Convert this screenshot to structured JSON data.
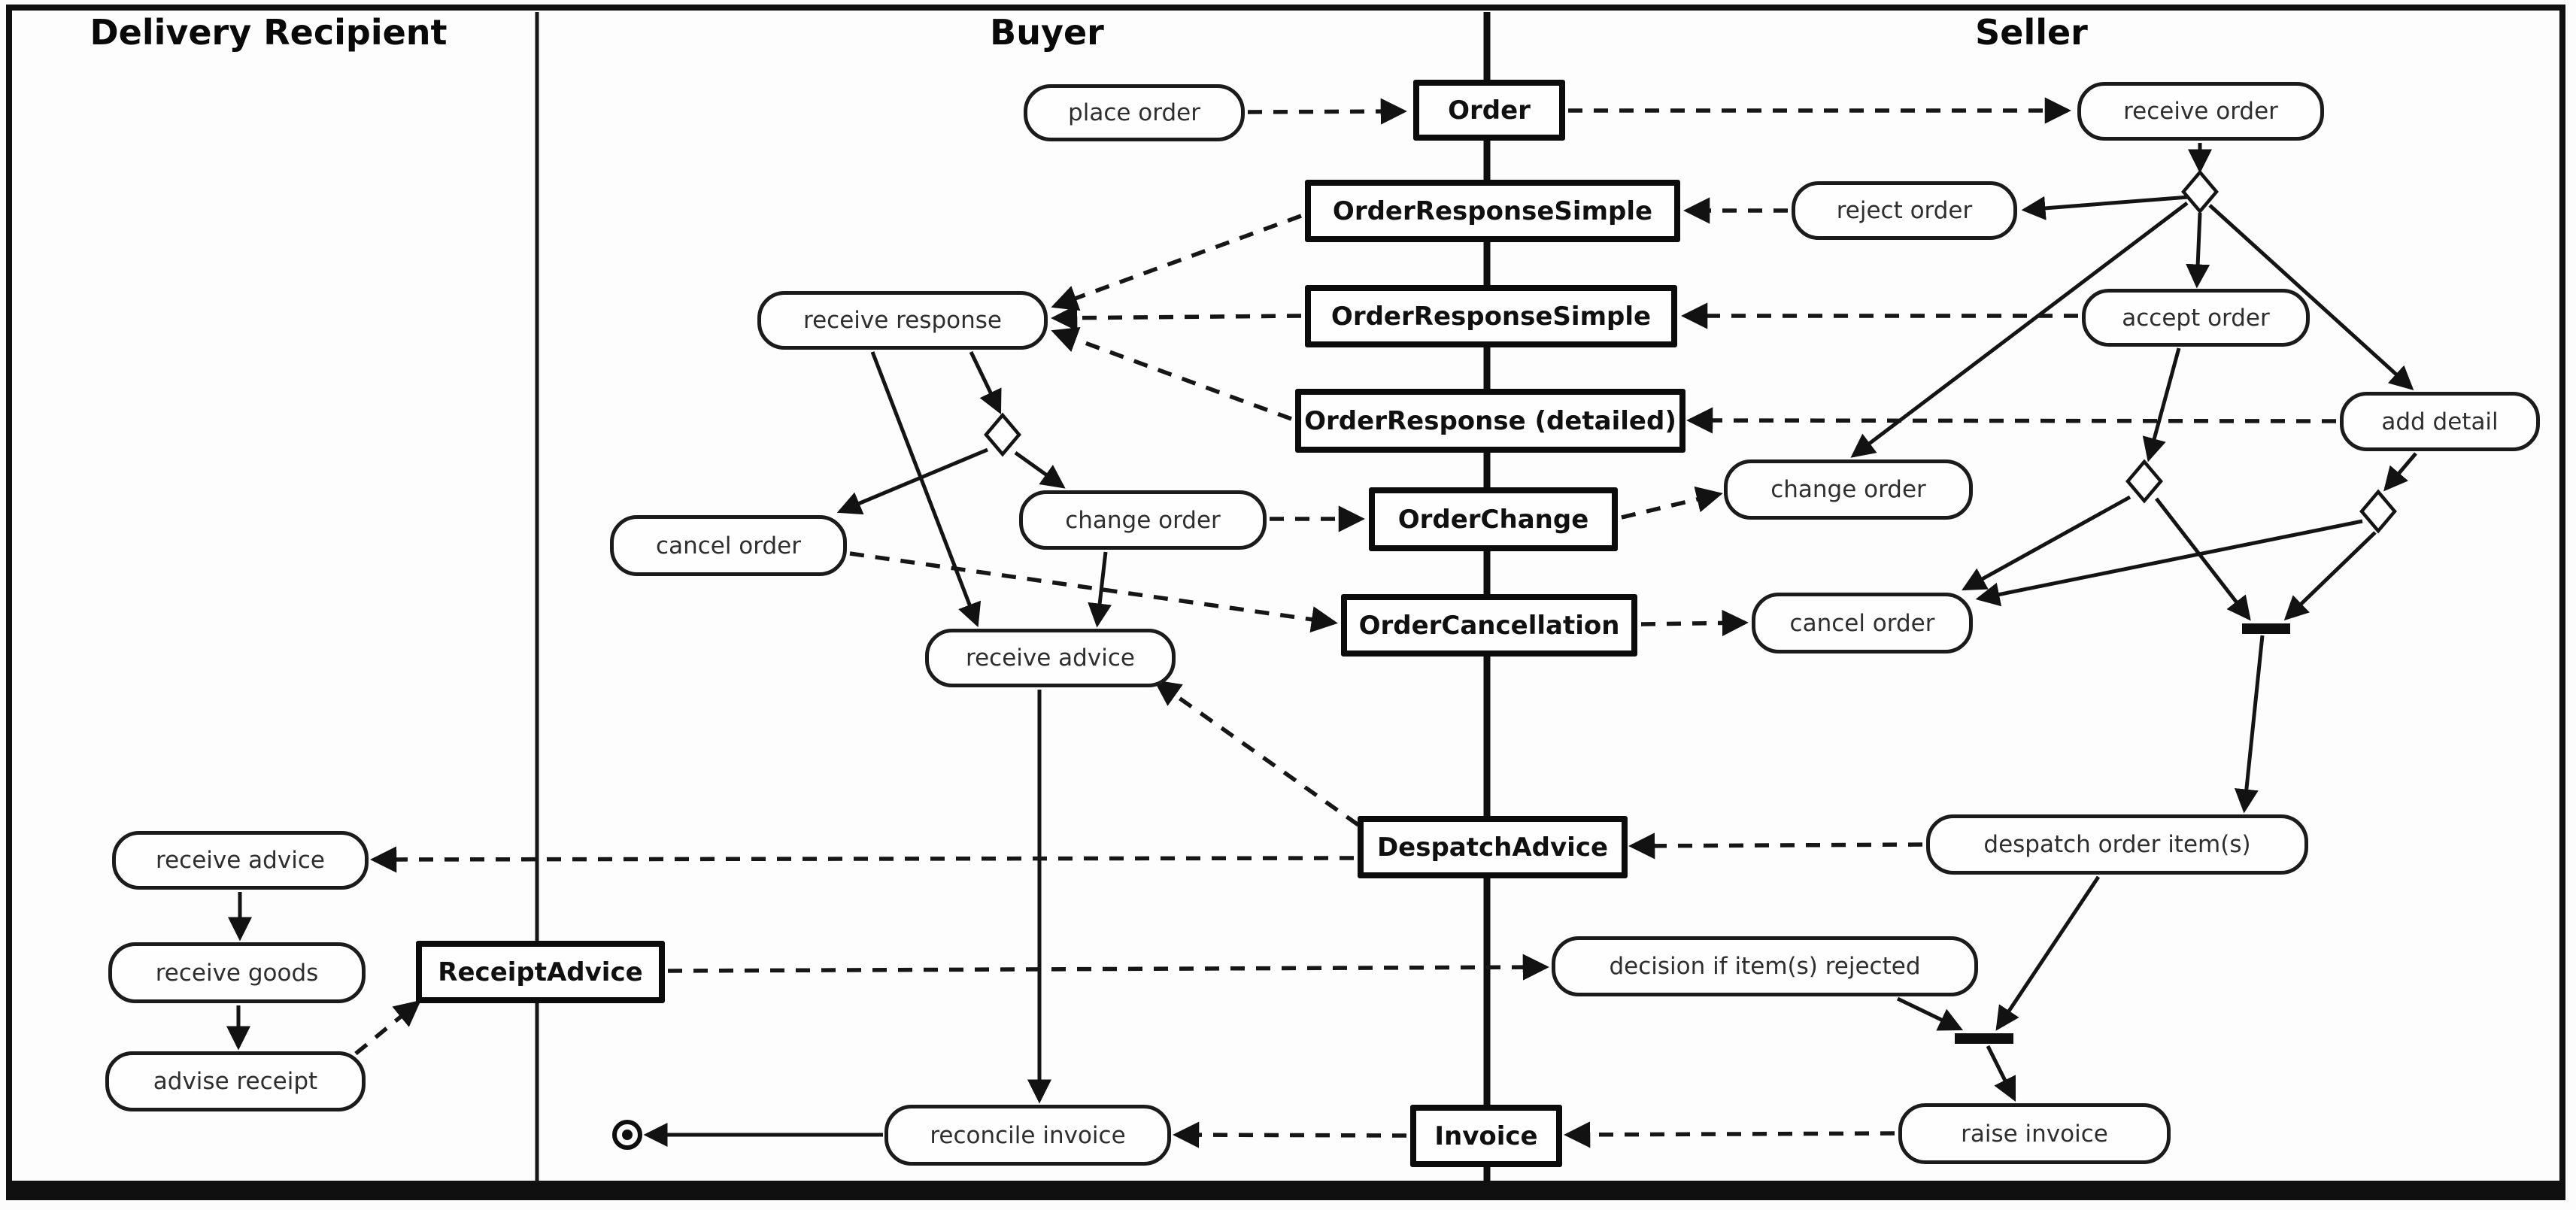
{
  "diagram_type": "UML activity diagram with swimlanes (ordering process)",
  "colors": {
    "ink": "#141414",
    "background": "#fdfdfd",
    "node_fill": "#fefefe"
  },
  "lanes": {
    "delivery_recipient": "Delivery Recipient",
    "buyer": "Buyer",
    "seller": "Seller"
  },
  "labels": {
    "place_order": "place order",
    "order": "Order",
    "receive_order": "receive order",
    "reject_order": "reject order",
    "order_response_simple_1": "OrderResponseSimple",
    "order_response_simple_2": "OrderResponseSimple",
    "receive_response": "receive response",
    "accept_order": "accept order",
    "order_response_detailed": "OrderResponse (detailed)",
    "add_detail": "add detail",
    "change_order_buyer": "change order",
    "order_change": "OrderChange",
    "change_order_seller": "change order",
    "cancel_order_buyer": "cancel order",
    "order_cancellation": "OrderCancellation",
    "cancel_order_seller": "cancel order",
    "receive_advice_buyer": "receive advice",
    "despatch_advice": "DespatchAdvice",
    "despatch_order_items": "despatch order item(s)",
    "receive_advice_delivery": "receive advice",
    "receive_goods": "receive goods",
    "receipt_advice": "ReceiptAdvice",
    "advise_receipt": "advise receipt",
    "decision_if_items_rejected": "decision if item(s) rejected",
    "reconcile_invoice": "reconcile invoice",
    "invoice": "Invoice",
    "raise_invoice": "raise invoice"
  },
  "edges": [
    {
      "from": "place order",
      "to": "Order",
      "type": "object-flow"
    },
    {
      "from": "Order",
      "to": "receive order",
      "type": "object-flow"
    },
    {
      "from": "receive order",
      "to": "seller-decision-1",
      "type": "control-flow"
    },
    {
      "from": "seller-decision-1",
      "to": "reject order",
      "type": "control-flow"
    },
    {
      "from": "seller-decision-1",
      "to": "accept order",
      "type": "control-flow"
    },
    {
      "from": "seller-decision-1",
      "to": "add detail",
      "type": "control-flow"
    },
    {
      "from": "seller-decision-1",
      "to": "change order (seller)",
      "type": "control-flow"
    },
    {
      "from": "reject order",
      "to": "OrderResponseSimple (top)",
      "type": "object-flow"
    },
    {
      "from": "accept order",
      "to": "OrderResponseSimple (second)",
      "type": "object-flow"
    },
    {
      "from": "add detail",
      "to": "OrderResponse (detailed)",
      "type": "object-flow"
    },
    {
      "from": "OrderResponseSimple (top)",
      "to": "receive response",
      "type": "object-flow"
    },
    {
      "from": "OrderResponseSimple (second)",
      "to": "receive response",
      "type": "object-flow"
    },
    {
      "from": "OrderResponse (detailed)",
      "to": "receive response",
      "type": "object-flow"
    },
    {
      "from": "receive response",
      "to": "buyer-decision",
      "type": "control-flow"
    },
    {
      "from": "buyer-decision",
      "to": "change order (buyer)",
      "type": "control-flow"
    },
    {
      "from": "buyer-decision",
      "to": "cancel order (buyer)",
      "type": "control-flow"
    },
    {
      "from": "receive response",
      "to": "receive advice (buyer)",
      "type": "control-flow"
    },
    {
      "from": "change order (buyer)",
      "to": "receive advice (buyer)",
      "type": "control-flow"
    },
    {
      "from": "change order (buyer)",
      "to": "OrderChange",
      "type": "object-flow"
    },
    {
      "from": "OrderChange",
      "to": "change order (seller)",
      "type": "object-flow"
    },
    {
      "from": "cancel order (buyer)",
      "to": "OrderCancellation",
      "type": "object-flow"
    },
    {
      "from": "OrderCancellation",
      "to": "cancel order (seller)",
      "type": "object-flow"
    },
    {
      "from": "accept order",
      "to": "seller-decision-2",
      "type": "control-flow"
    },
    {
      "from": "seller-decision-2",
      "to": "cancel order (seller)",
      "type": "control-flow"
    },
    {
      "from": "seller-decision-2",
      "to": "seller-join-1",
      "type": "control-flow"
    },
    {
      "from": "add detail",
      "to": "seller-decision-3",
      "type": "control-flow"
    },
    {
      "from": "seller-decision-3",
      "to": "cancel order (seller)",
      "type": "control-flow"
    },
    {
      "from": "seller-decision-3",
      "to": "seller-join-1",
      "type": "control-flow"
    },
    {
      "from": "seller-join-1",
      "to": "despatch order item(s)",
      "type": "control-flow"
    },
    {
      "from": "despatch order item(s)",
      "to": "DespatchAdvice",
      "type": "object-flow"
    },
    {
      "from": "DespatchAdvice",
      "to": "receive advice (buyer)",
      "type": "object-flow"
    },
    {
      "from": "DespatchAdvice",
      "to": "receive advice (delivery)",
      "type": "object-flow"
    },
    {
      "from": "receive advice (delivery)",
      "to": "receive goods",
      "type": "control-flow"
    },
    {
      "from": "receive goods",
      "to": "advise receipt",
      "type": "control-flow"
    },
    {
      "from": "advise receipt",
      "to": "ReceiptAdvice",
      "type": "object-flow"
    },
    {
      "from": "ReceiptAdvice",
      "to": "decision if item(s) rejected",
      "type": "object-flow"
    },
    {
      "from": "despatch order item(s)",
      "to": "seller-join-2",
      "type": "control-flow"
    },
    {
      "from": "decision if item(s) rejected",
      "to": "seller-join-2",
      "type": "control-flow"
    },
    {
      "from": "seller-join-2",
      "to": "raise invoice",
      "type": "control-flow"
    },
    {
      "from": "raise invoice",
      "to": "Invoice",
      "type": "object-flow"
    },
    {
      "from": "Invoice",
      "to": "reconcile invoice",
      "type": "object-flow"
    },
    {
      "from": "receive advice (buyer)",
      "to": "reconcile invoice",
      "type": "control-flow"
    },
    {
      "from": "reconcile invoice",
      "to": "final-node",
      "type": "control-flow"
    }
  ]
}
